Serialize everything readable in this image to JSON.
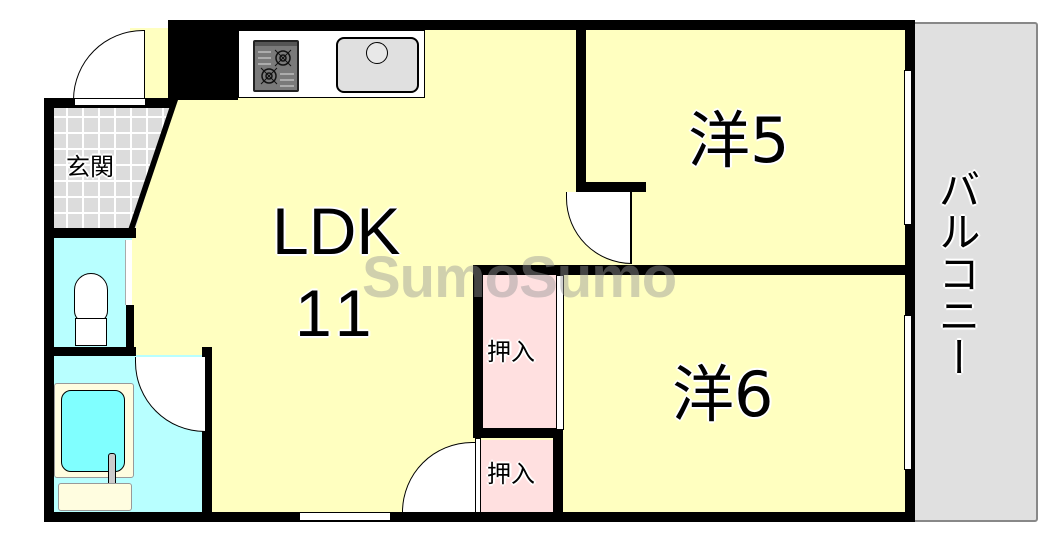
{
  "floorplan": {
    "rooms": {
      "entrance": {
        "label": "玄関"
      },
      "ldk": {
        "label_line1": "LDK",
        "label_line2": "11"
      },
      "western_5": {
        "label": "洋5"
      },
      "western_6": {
        "label": "洋6"
      },
      "closet_upper": {
        "label": "押入"
      },
      "closet_lower": {
        "label": "押入"
      },
      "balcony": {
        "label": "バルコニー"
      },
      "toilet": {
        "label": ""
      },
      "bathroom": {
        "label": ""
      }
    },
    "fixtures": {
      "stove": "gas-stove-icon",
      "sink": "kitchen-sink-icon",
      "toilet": "toilet-icon",
      "bathtub": "bathtub-icon"
    },
    "watermark": "SumoSumo",
    "colors": {
      "living_floor": "#ffffc0",
      "entrance_tile": "#dcdcdc",
      "wet_area": "#b8ffff",
      "closet": "#ffe0e0",
      "balcony": "#e0e0e0",
      "wall": "#000000"
    }
  }
}
